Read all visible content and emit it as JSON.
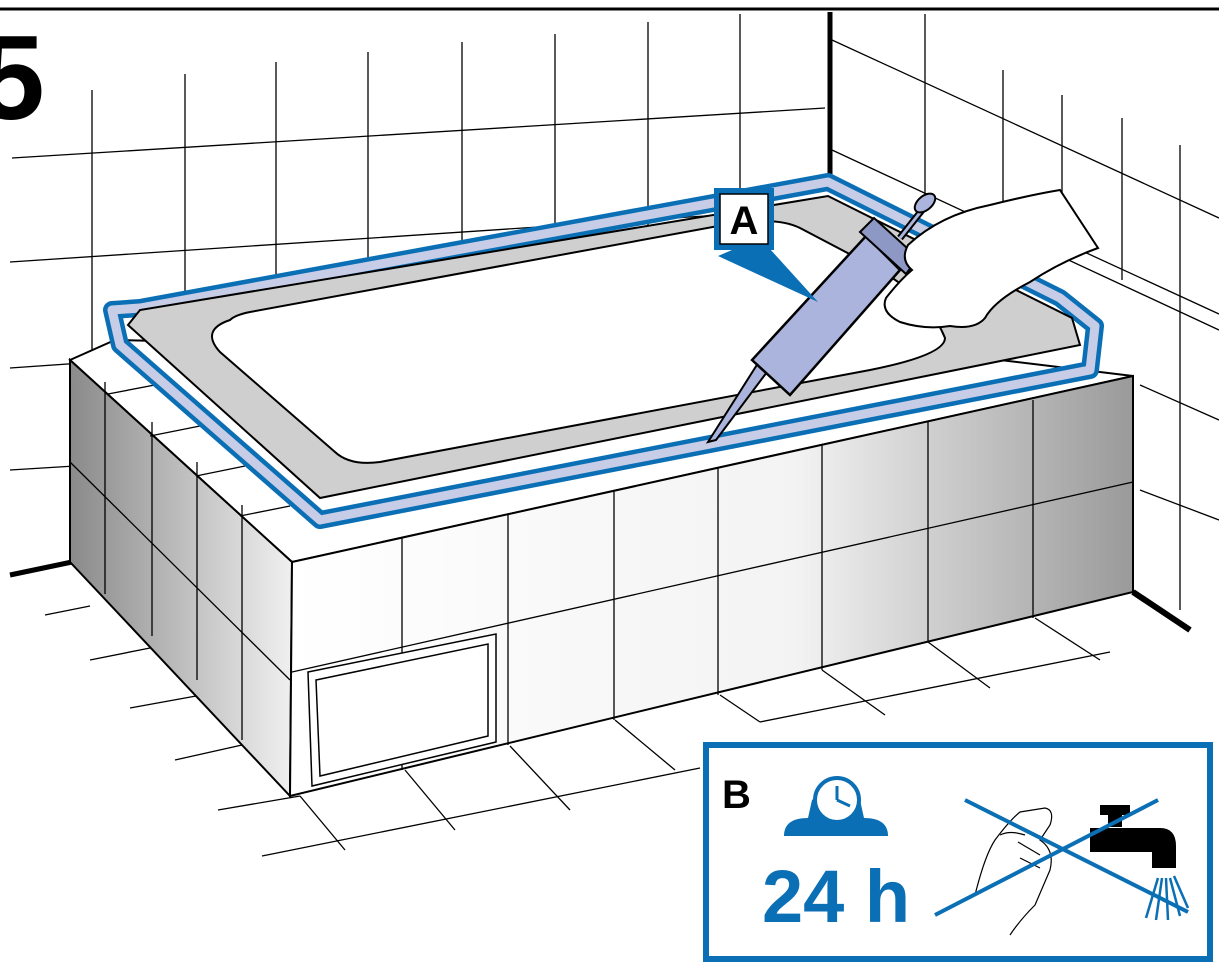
{
  "step": {
    "number": "5"
  },
  "callouts": {
    "seal_label": "A",
    "info_panel_label": "B"
  },
  "info_panel": {
    "duration_text": "24 h",
    "icons": [
      "clock-icon",
      "hand-touch-icon",
      "water-tap-icon",
      "prohibited-cross-icon"
    ]
  },
  "colors": {
    "accent_blue": "#0b6fb5",
    "seal_light": "#c7cde6",
    "tub_rim_gray": "#cfcfcf",
    "caulk_gun_body": "#aab4dc",
    "line": "#000000",
    "background": "#ffffff"
  }
}
